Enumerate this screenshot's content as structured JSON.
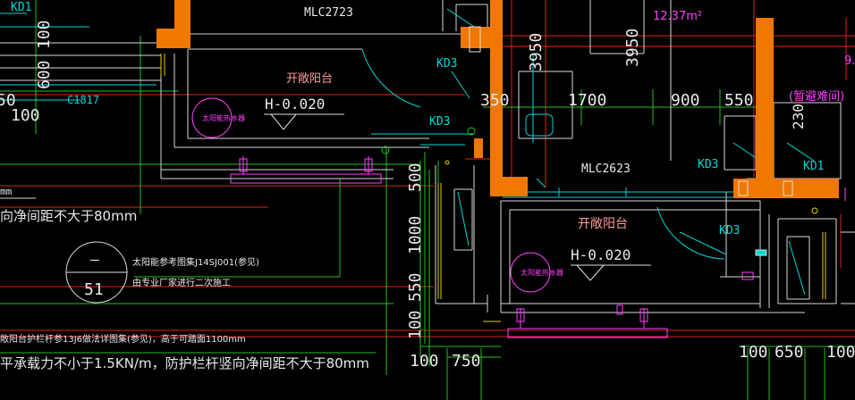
{
  "drawing": {
    "labels": {
      "kd1_top": "KD1",
      "kd1_right": "KD1",
      "kd3_a": "KD3",
      "kd3_b": "KD3",
      "kd3_c": "KD3",
      "kd3_d": "KD3",
      "mlc_top": "MLC2723",
      "mlc_mid": "MLC2623",
      "c1817": "C1817",
      "balcony_1": "开敞阳台",
      "balcony_2": "开敞阳台",
      "level_1": "H-0.020",
      "level_2": "H-0.020",
      "area": "12.37m²",
      "refuge": "(暂避难间)",
      "right_num": "9.",
      "solar_1": "太阳能热水器",
      "solar_2": "太阳能热水器"
    },
    "dimensions": {
      "d350": "350",
      "d1700": "1700",
      "d900": "900",
      "d550": "550",
      "d3950_a": "3950",
      "d3950_b": "3950",
      "d230": "230",
      "d500": "500",
      "d1000": "1000",
      "d550v": "550",
      "d100v": "100",
      "d100_b": "100",
      "d750": "750",
      "d100_c": "100",
      "d650": "650",
      "d100_d": "100",
      "d600": "600",
      "d100_top": "100",
      "d100_left": "100",
      "d50": "50"
    },
    "notes": {
      "spacing_top": "向净间距不大于80mm",
      "solar_ref_1": "太阳能参考图集J14SJ001(参见)",
      "solar_ref_2": "由专业厂家进行二次施工",
      "rail_note": "敞阳台护栏杆参13J6做法详图集(参见)，高于可踏面1100mm",
      "load_note": "平承载力不小于1.5KN/m，防护栏杆竖向净间距不大于80mm",
      "mm_fragment": "mm",
      "detail_top": "—",
      "detail_bottom": "51"
    }
  }
}
